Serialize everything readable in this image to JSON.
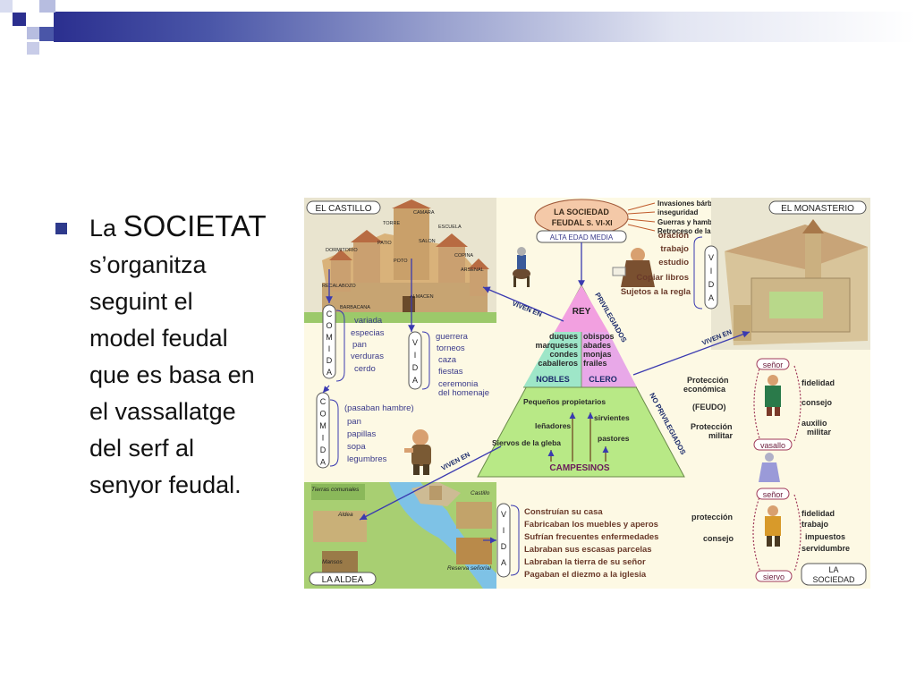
{
  "slide": {
    "bullet": {
      "prefix": "La",
      "highlight": "SOCIETAT",
      "lines": [
        "s’organitza",
        "seguint el",
        "model feudal",
        "que es basa en",
        "el vassallatge",
        "del serf al",
        "senyor feudal."
      ]
    }
  },
  "diagram": {
    "castillo": {
      "title": "EL CASTILLO",
      "parts": [
        "CAMARA",
        "TORRE",
        "ESCUELA",
        "PATIO",
        "SALON",
        "COPINA",
        "DORMITORIO",
        "ARSENAL",
        "RECALABOZO",
        "ALMACEN",
        "BARBACANA",
        "POTO"
      ],
      "comida_word": "COMIDA",
      "comida": [
        "variada",
        "especias",
        "pan",
        "verduras",
        "cerdo"
      ],
      "vida_word": "VIDA",
      "vida": [
        "guerrera",
        "torneos",
        "caza",
        "fiestas",
        "ceremonia",
        "del homenaje"
      ]
    },
    "campesino_comida": [
      "(pasaban hambre)",
      "pan",
      "papillas",
      "sopa",
      "legumbres"
    ],
    "sociedad": {
      "title_line1": "LA SOCIEDAD",
      "title_line2": "FEUDAL",
      "period": "S. VI-XI",
      "era": "ALTA EDAD MEDIA",
      "causes": [
        "Invasiones bárbaras",
        "inseguridad",
        "Guerras y hambre",
        "Retroceso de la cultura"
      ]
    },
    "monasterio": {
      "title": "EL MONASTERIO",
      "vida": [
        "oración",
        "trabajo",
        "estudio",
        "Copiar libros",
        "Sujetos a la regla"
      ]
    },
    "pyramid": {
      "rey": "REY",
      "nobles_left": [
        "duques",
        "marqueses",
        "condes",
        "caballeros"
      ],
      "clero_right": [
        "obispos",
        "abades",
        "monjas",
        "frailes"
      ],
      "nobles": "NOBLES",
      "clero": "CLERO",
      "privilegiados": "PRIVILEGIADOS",
      "no_privilegiados": "NO PRIVILEGIADOS",
      "viven_en": "VIVEN EN",
      "lower": [
        "Pequeños propietarios",
        "leñadores",
        "sirvientes",
        "pastores",
        "Siervos de la gleba"
      ],
      "campesinos": "CAMPESINOS"
    },
    "vasallaje": {
      "senor": "señor",
      "vasallo": "vasallo",
      "left": [
        "Protección",
        "económica",
        "(FEUDO)",
        "Protección",
        "militar"
      ],
      "right": [
        "fidelidad",
        "consejo",
        "auxilio",
        "militar"
      ]
    },
    "servidumbre": {
      "senor": "señor",
      "siervo": "siervo",
      "left": [
        "protección",
        "consejo"
      ],
      "right": [
        "fidelidad",
        "trabajo",
        "impuestos",
        "servidumbre"
      ],
      "la_sociedad": [
        "LA",
        "SOCIEDAD"
      ]
    },
    "aldea": {
      "title": "LA ALDEA",
      "labels": [
        "Tierras comunales",
        "Castillo",
        "Aldea",
        "Mansos",
        "Reserva señorial"
      ],
      "vida": [
        "Construían su casa",
        "Fabricaban los muebles y aperos",
        "Sufrían frecuentes enfermedades",
        "Labraban sus escasas parcelas",
        "Labraban la tierra de su señor",
        "Pagaban el diezmo a la iglesia"
      ]
    }
  },
  "colors": {
    "accent": "#2e3a8c",
    "pyramid": "#b8e986",
    "rey": "#f2a0e0",
    "clero": "#e8a8e8",
    "nobles": "#9ee6c8",
    "arrows": "#3a3ab0",
    "red_text": "#b0301a"
  }
}
